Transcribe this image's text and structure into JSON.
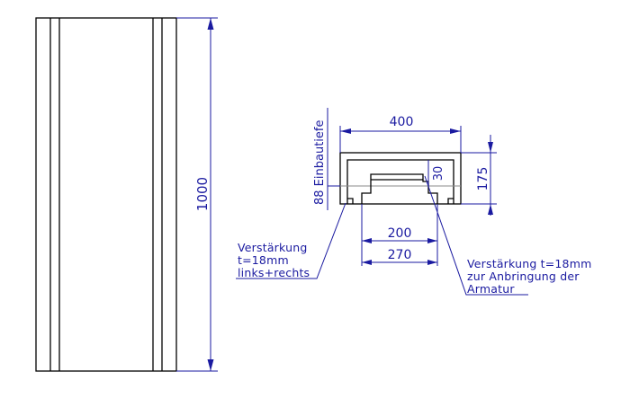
{
  "front_view": {
    "height_label": "1000"
  },
  "section_view": {
    "width_label": "400",
    "depth_label": "175",
    "inner_width_label": "200",
    "outer_inner_width_label": "270",
    "small_label": "30",
    "side_label": "88 Einbautiefe"
  },
  "notes": {
    "left_line1": "Verstärkung",
    "left_line2": "t=18mm",
    "left_line3": "links+rechts",
    "right_line1": "Verstärkung t=18mm",
    "right_line2": "zur Anbringung der",
    "right_line3": "Armatur"
  },
  "colors": {
    "dimension": "#1a1aa0",
    "outline": "#000000"
  }
}
